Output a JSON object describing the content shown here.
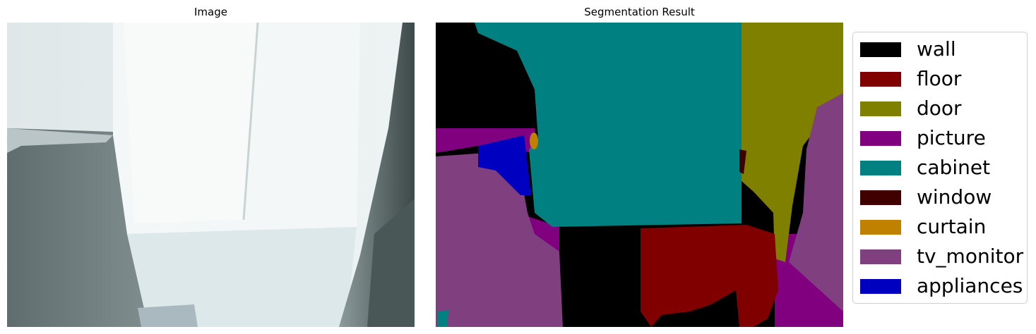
{
  "panels": {
    "left_title": "Image",
    "right_title": "Segmentation Result"
  },
  "legend": {
    "items": [
      {
        "label": "wall",
        "color": "#000000"
      },
      {
        "label": "floor",
        "color": "#800000"
      },
      {
        "label": "door",
        "color": "#808000"
      },
      {
        "label": "picture",
        "color": "#800080"
      },
      {
        "label": "cabinet",
        "color": "#008080"
      },
      {
        "label": "window",
        "color": "#400000"
      },
      {
        "label": "curtain",
        "color": "#c08000"
      },
      {
        "label": "tv_monitor",
        "color": "#804080"
      },
      {
        "label": "appliances",
        "color": "#0000c0"
      }
    ]
  }
}
